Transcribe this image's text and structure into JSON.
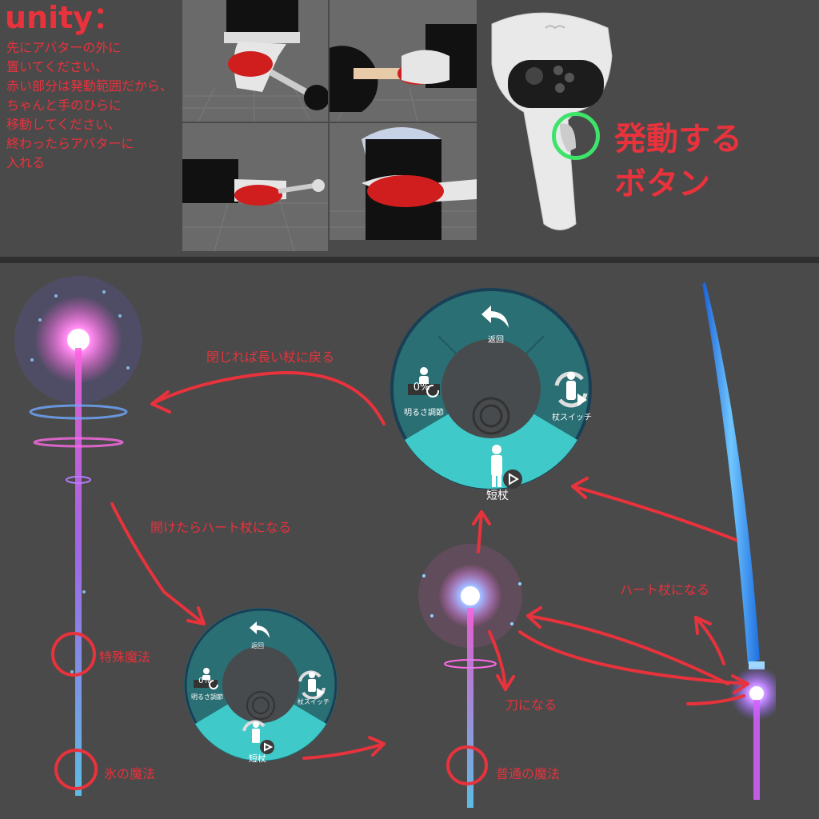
{
  "top": {
    "title": "unity：",
    "instructions": "先にアバターの外に\n置いてください、\n赤い部分は発動範囲だから、\nちゃんと手のひらに\n移動してください、\n終わったらアバターに\n入れる",
    "button_label": "発動する\nボタン"
  },
  "menu_large": {
    "back": "返回",
    "brightness_value": "0%",
    "brightness_label": "明るさ調節",
    "switch_label": "杖スイッチ",
    "short_label": "短杖"
  },
  "menu_small": {
    "back": "返回",
    "brightness_value": "0%",
    "brightness_label": "明るさ調節",
    "switch_label": "杖スイッチ",
    "short_label": "短杖"
  },
  "annotations": {
    "close_return": "閉じれば長い杖に戻る",
    "open_heart": "開けたらハート杖になる",
    "special_magic": "特殊魔法",
    "ice_magic": "氷の魔法",
    "normal_magic": "普通の魔法",
    "become_sword": "刀になる",
    "become_heart": "ハート杖になる"
  },
  "colors": {
    "annotation": "#e8323c",
    "menu_teal": "#2a6f74",
    "menu_highlight": "#3fc9c9",
    "button_ring": "#3ee36a"
  }
}
